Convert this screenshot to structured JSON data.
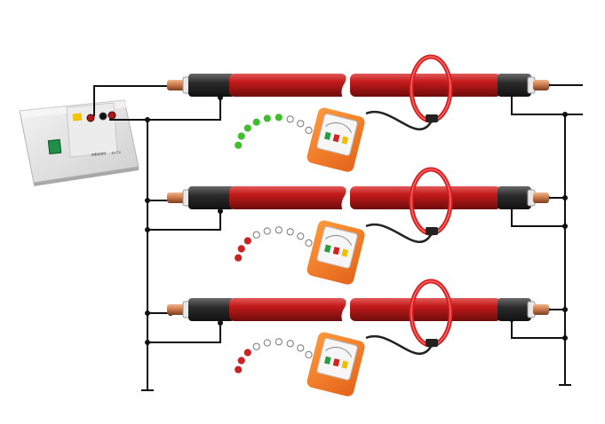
{
  "generator": {
    "brand": "mbcom",
    "model": "CI TX"
  },
  "phases": [
    {
      "id": "phase-1",
      "led_states": [
        "on",
        "on",
        "on",
        "on",
        "on",
        "on",
        "off",
        "off",
        "off"
      ],
      "led_on_color": "#3fbf2e"
    },
    {
      "id": "phase-2",
      "led_states": [
        "on",
        "on",
        "on",
        "off",
        "off",
        "off",
        "off",
        "off",
        "off"
      ],
      "led_on_color": "#cc2222"
    },
    {
      "id": "phase-3",
      "led_states": [
        "on",
        "on",
        "on",
        "off",
        "off",
        "off",
        "off",
        "off",
        "off"
      ],
      "led_on_color": "#cc2222"
    }
  ],
  "colors": {
    "cable": "#c41a1a",
    "cable_dark": "#8a0f0f",
    "sheath": "#2b2b2b",
    "copper": "#c8774a",
    "rogowski_coil": "#d91c1c",
    "receiver": "#f07a1e",
    "wire": "#111111",
    "led_off": "#ffffff"
  },
  "icons": [
    "clamp-coil-icon",
    "receiver-icon",
    "ground-icon",
    "generator-icon"
  ]
}
